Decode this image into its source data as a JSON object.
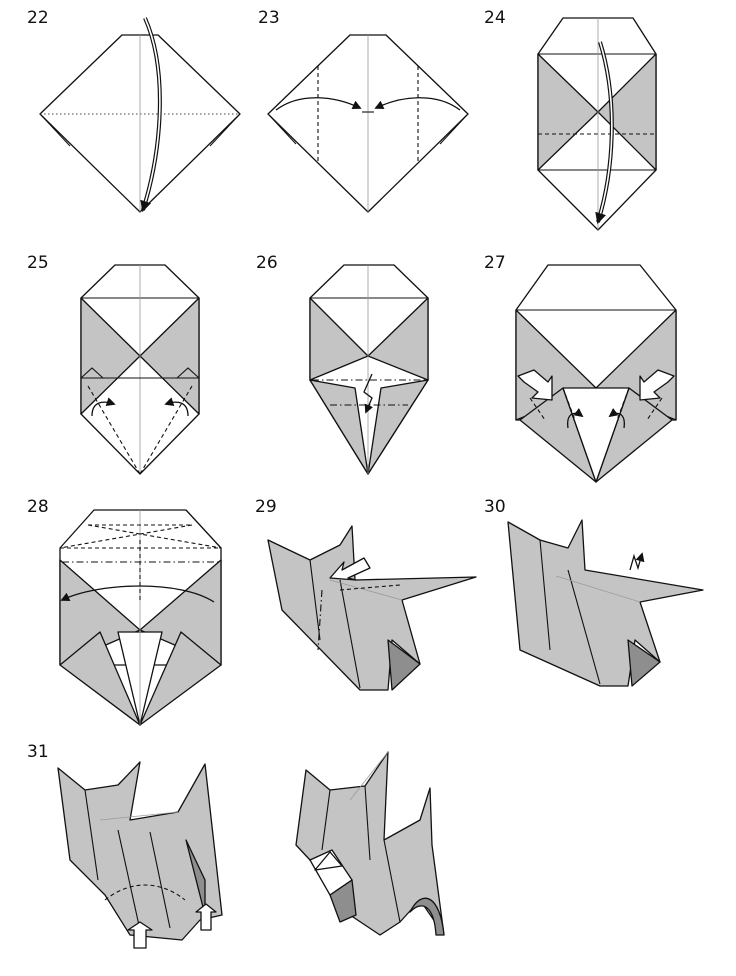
{
  "steps": [
    {
      "id": "step-22",
      "number": "22"
    },
    {
      "id": "step-23",
      "number": "23"
    },
    {
      "id": "step-24",
      "number": "24"
    },
    {
      "id": "step-25",
      "number": "25"
    },
    {
      "id": "step-26",
      "number": "26"
    },
    {
      "id": "step-27",
      "number": "27"
    },
    {
      "id": "step-28",
      "number": "28"
    },
    {
      "id": "step-29",
      "number": "29"
    },
    {
      "id": "step-30",
      "number": "30"
    },
    {
      "id": "step-31",
      "number": "31"
    },
    {
      "id": "final-model",
      "number": ""
    }
  ],
  "colors": {
    "paper_front": "#ffffff",
    "paper_back": "#c4c4c4",
    "paper_shadow": "#8e8e8e",
    "line": "#111111"
  }
}
